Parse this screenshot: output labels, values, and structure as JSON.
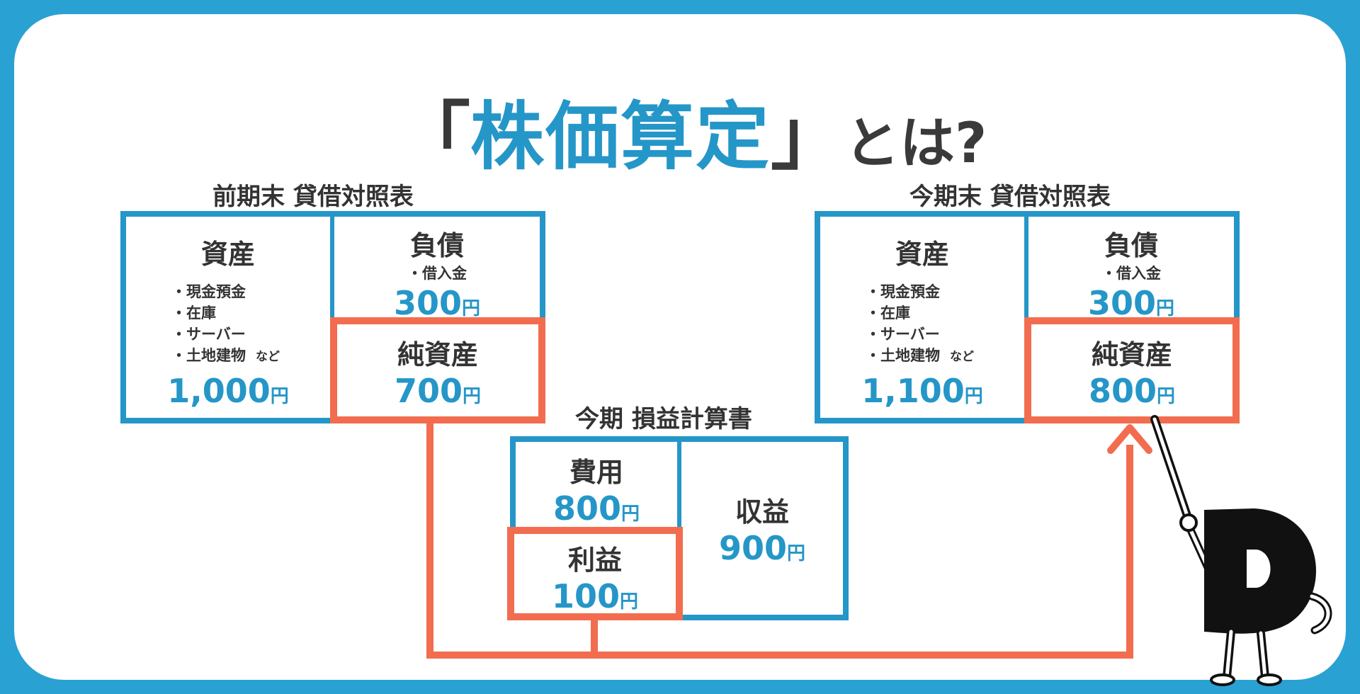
{
  "title": {
    "open_bracket": "「",
    "main": "株価算定",
    "close_bracket": "」",
    "suffix": "とは?"
  },
  "prev_balance_sheet": {
    "title": "前期末 貸借対照表",
    "assets": {
      "label": "資産",
      "items": [
        "・現金預金",
        "・在庫",
        "・サーバー",
        "・土地建物"
      ],
      "etc": "など",
      "amount": "1,000",
      "unit": "円"
    },
    "liabilities": {
      "label": "負債",
      "item": "・借入金",
      "amount": "300",
      "unit": "円"
    },
    "net_assets": {
      "label": "純資産",
      "amount": "700",
      "unit": "円"
    }
  },
  "income_statement": {
    "title": "今期 損益計算書",
    "expenses": {
      "label": "費用",
      "amount": "800",
      "unit": "円"
    },
    "profit": {
      "label": "利益",
      "amount": "100",
      "unit": "円"
    },
    "revenue": {
      "label": "収益",
      "amount": "900",
      "unit": "円"
    }
  },
  "curr_balance_sheet": {
    "title": "今期末 貸借対照表",
    "assets": {
      "label": "資産",
      "items": [
        "・現金預金",
        "・在庫",
        "・サーバー",
        "・土地建物"
      ],
      "etc": "など",
      "amount": "1,100",
      "unit": "円"
    },
    "liabilities": {
      "label": "負債",
      "item": "・借入金",
      "amount": "300",
      "unit": "円"
    },
    "net_assets": {
      "label": "純資産",
      "amount": "800",
      "unit": "円"
    }
  },
  "colors": {
    "background": "#2aa1d3",
    "accent_blue": "#2596c8",
    "accent_orange": "#f26d4f",
    "text_dark": "#333333"
  },
  "icons": [
    "d-mascot-pointer-icon",
    "arrow-up-icon"
  ]
}
